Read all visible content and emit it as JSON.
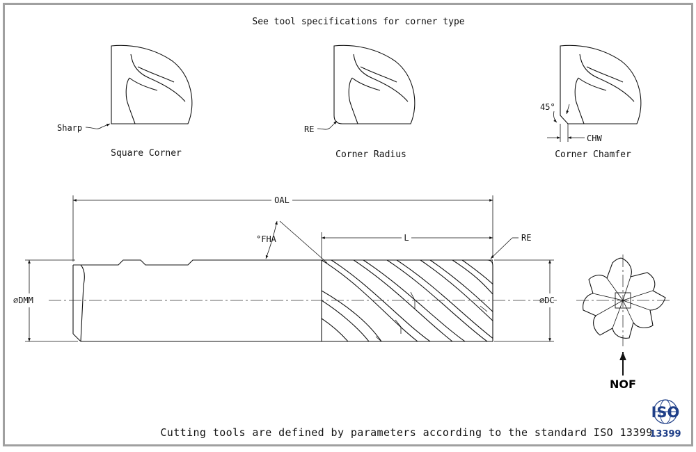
{
  "header": {
    "note": "See tool specifications for corner type"
  },
  "corner_types": [
    {
      "name": "Square Corner",
      "callout": "Sharp"
    },
    {
      "name": "Corner Radius",
      "callout": "RE"
    },
    {
      "name": "Corner Chamfer",
      "angle_label": "45°",
      "width_label": "CHW"
    }
  ],
  "dimensions": {
    "overall_length": "OAL",
    "flute_length": "L",
    "corner_radius": "RE",
    "flute_helix_angle": "°FHA",
    "shank_diameter": "⌀DMM",
    "cutting_diameter": "⌀DC"
  },
  "end_view": {
    "flute_count_label": "NOF"
  },
  "footer": {
    "note": "Cutting tools are defined by parameters according to the standard ISO 13399"
  },
  "logo": {
    "text_top": "ISO",
    "text_bottom": "13399",
    "color": "#1f3f88"
  }
}
